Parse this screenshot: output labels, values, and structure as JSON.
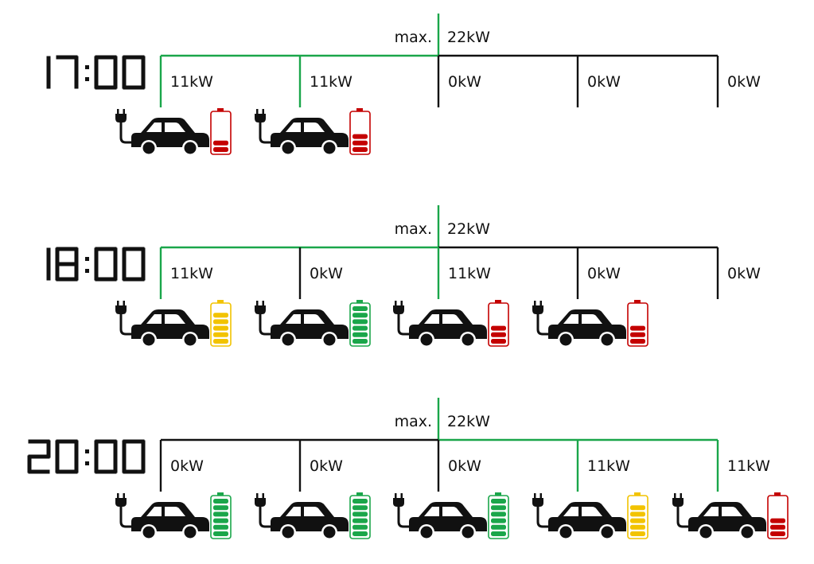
{
  "max_label": "max.",
  "max_value": "22kW",
  "colors": {
    "active_line": "#1aa64a",
    "inactive_line": "#111111",
    "battery_red": "#c40000",
    "battery_yellow": "#f2c300",
    "battery_green": "#1aa64a"
  },
  "icons": [
    "charging-plug-icon",
    "car-icon",
    "battery-icon"
  ],
  "panels": [
    {
      "time": "17:00",
      "stations": [
        {
          "power": "11kW",
          "active": true,
          "car": true,
          "battery_level": 2,
          "battery_color": "red"
        },
        {
          "power": "11kW",
          "active": true,
          "car": true,
          "battery_level": 3,
          "battery_color": "red"
        },
        {
          "power": "0kW",
          "active": false,
          "car": false
        },
        {
          "power": "0kW",
          "active": false,
          "car": false
        },
        {
          "power": "0kW",
          "active": false,
          "car": false
        }
      ]
    },
    {
      "time": "18:00",
      "stations": [
        {
          "power": "11kW",
          "active": true,
          "car": true,
          "battery_level": 5,
          "battery_color": "yellow"
        },
        {
          "power": "0kW",
          "active": false,
          "car": true,
          "battery_level": 6,
          "battery_color": "green"
        },
        {
          "power": "11kW",
          "active": true,
          "car": true,
          "battery_level": 3,
          "battery_color": "red"
        },
        {
          "power": "0kW",
          "active": false,
          "car": true,
          "battery_level": 3,
          "battery_color": "red"
        },
        {
          "power": "0kW",
          "active": false,
          "car": false
        }
      ]
    },
    {
      "time": "20:00",
      "stations": [
        {
          "power": "0kW",
          "active": false,
          "car": true,
          "battery_level": 6,
          "battery_color": "green"
        },
        {
          "power": "0kW",
          "active": false,
          "car": true,
          "battery_level": 6,
          "battery_color": "green"
        },
        {
          "power": "0kW",
          "active": false,
          "car": true,
          "battery_level": 6,
          "battery_color": "green"
        },
        {
          "power": "11kW",
          "active": true,
          "car": true,
          "battery_level": 5,
          "battery_color": "yellow"
        },
        {
          "power": "11kW",
          "active": true,
          "car": true,
          "battery_level": 3,
          "battery_color": "red"
        }
      ]
    }
  ]
}
